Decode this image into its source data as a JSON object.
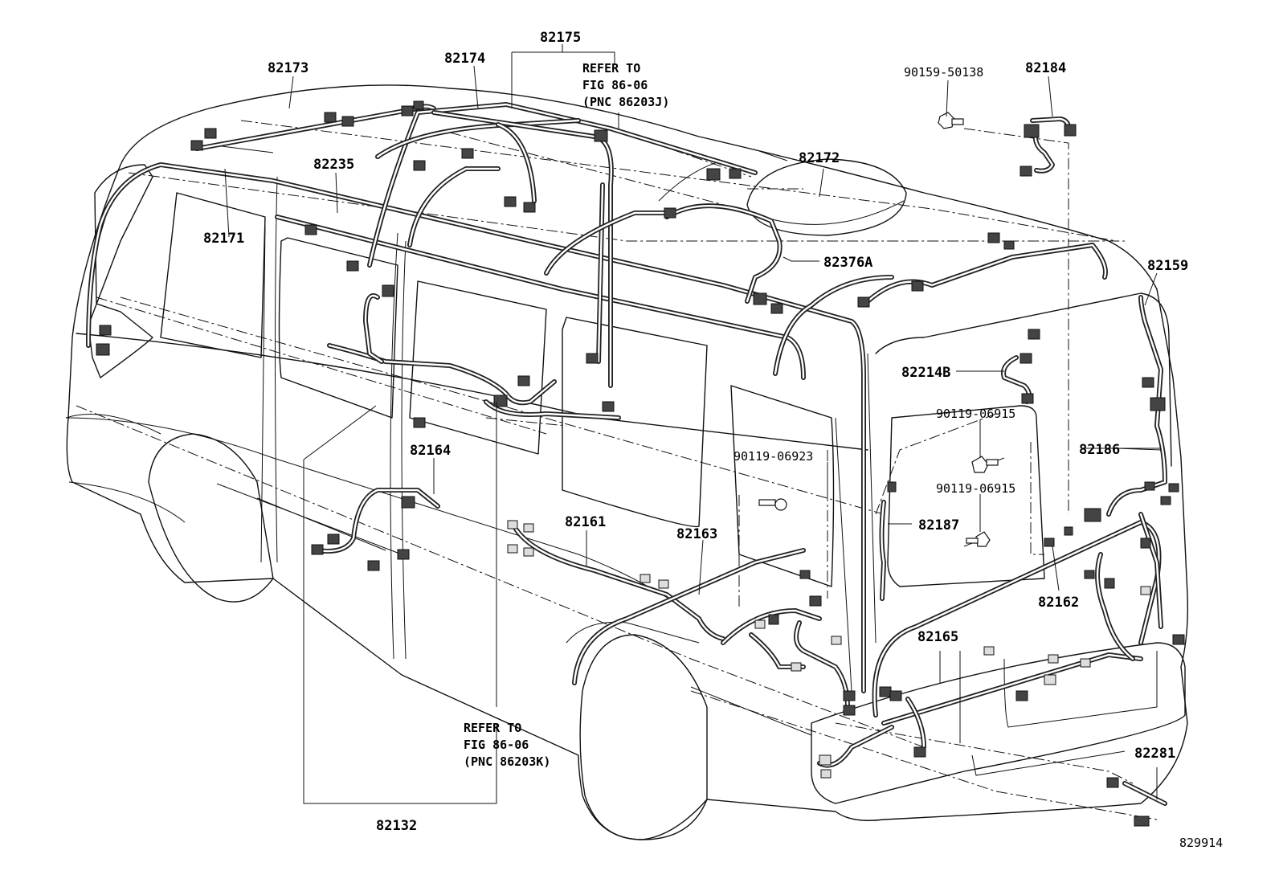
{
  "diagram": {
    "figure_number": "829914",
    "parts": {
      "p82175": "82175",
      "p82174": "82174",
      "p82173": "82173",
      "p82235": "82235",
      "p82171": "82171",
      "p82172": "82172",
      "p82376A": "82376A",
      "p82159": "82159",
      "p82184": "82184",
      "p90159": "90159-50138",
      "p82214B": "82214B",
      "p90119_06915_a": "90119-06915",
      "p82186": "82186",
      "p90119_06923": "90119-06923",
      "p90119_06915_b": "90119-06915",
      "p82187": "82187",
      "p82164": "82164",
      "p82161": "82161",
      "p82163": "82163",
      "p82162": "82162",
      "p82165": "82165",
      "p82281": "82281",
      "p82132": "82132"
    },
    "notes": {
      "refer_j": [
        "REFER TO",
        "FIG 86-06",
        "(PNC 86203J)"
      ],
      "refer_k": [
        "REFER TO",
        "FIG 86-06",
        "(PNC 86203K)"
      ]
    }
  }
}
